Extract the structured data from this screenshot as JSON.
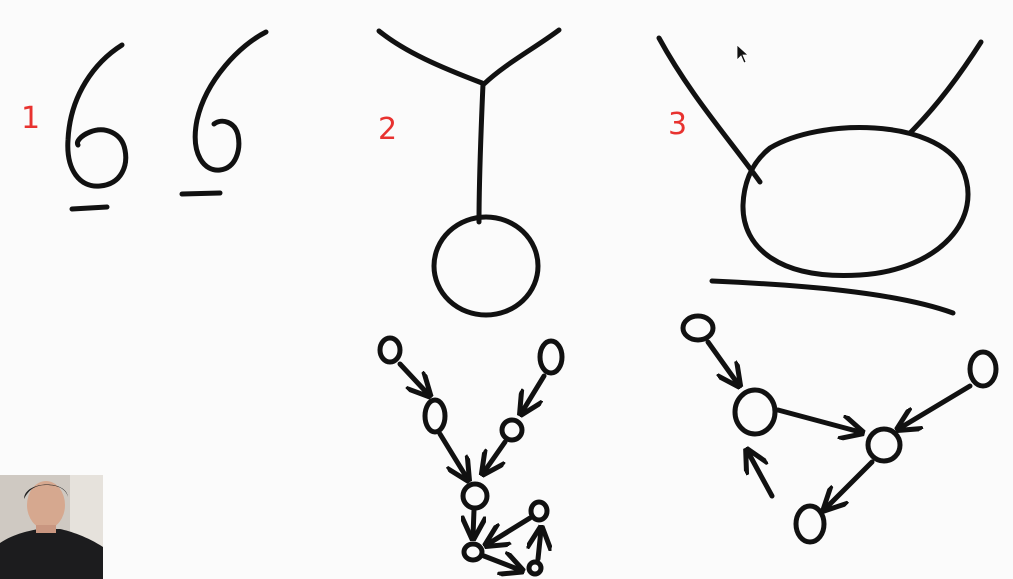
{
  "labels": {
    "one": "1",
    "two": "2",
    "three": "3"
  },
  "colors": {
    "ink": "#111111",
    "label": "#e8322f",
    "background": "#fbfbfb"
  },
  "icons": {
    "cursor": "mouse-pointer-icon"
  }
}
